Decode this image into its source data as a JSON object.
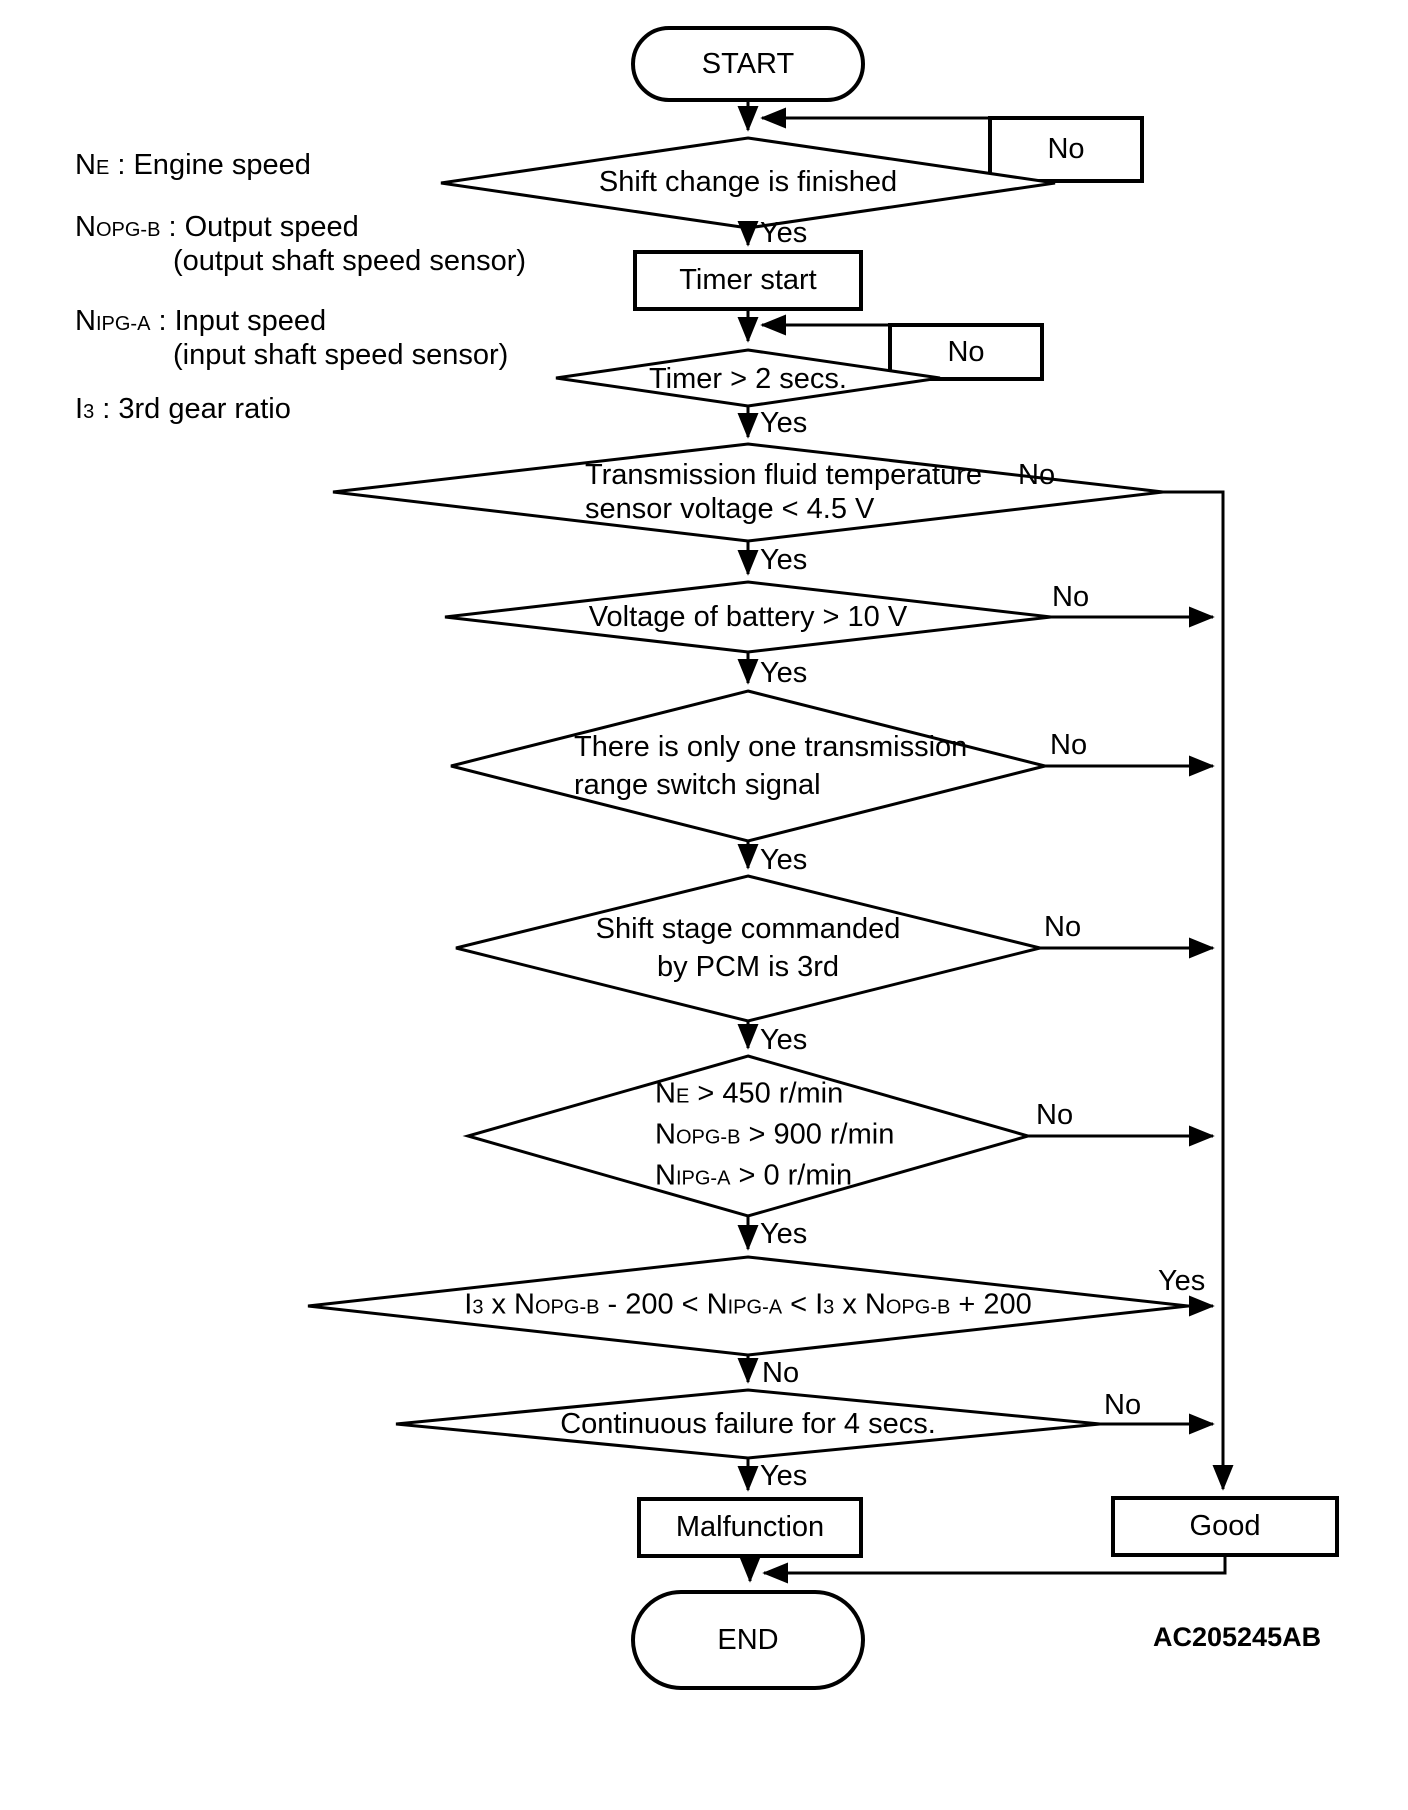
{
  "diagram": {
    "labels": {
      "yes": "Yes",
      "no": "No"
    },
    "code": "AC205245AB",
    "legend": {
      "items": [
        {
          "line": [
            {
              "t": "N"
            },
            {
              "t": "E",
              "sub": true
            },
            {
              "t": " : Engine speed"
            }
          ],
          "note": ""
        },
        {
          "line": [
            {
              "t": "N"
            },
            {
              "t": "OPG-B",
              "sub": true
            },
            {
              "t": " : Output speed"
            }
          ],
          "note": "(output shaft speed sensor)"
        },
        {
          "line": [
            {
              "t": "N"
            },
            {
              "t": "IPG-A",
              "sub": true
            },
            {
              "t": " : Input speed"
            }
          ],
          "note": "(input shaft speed sensor)"
        },
        {
          "line": [
            {
              "t": "I"
            },
            {
              "t": "3",
              "sub": true
            },
            {
              "t": " : 3rd gear ratio"
            }
          ],
          "note": ""
        }
      ]
    },
    "nodes": {
      "start": "START",
      "shift_change": "Shift change is finished",
      "timer_start": "Timer start",
      "timer_check": "Timer > 2 secs.",
      "fluid_temp": [
        "Transmission fluid temperature",
        "sensor voltage < 4.5 V"
      ],
      "battery": "Voltage of battery > 10 V",
      "range_switch": [
        "There is only one transmission",
        "range switch signal"
      ],
      "pcm": [
        "Shift stage commanded",
        "by PCM is 3rd"
      ],
      "speeds": [
        [
          {
            "t": "N"
          },
          {
            "t": "E",
            "sub": true
          },
          {
            "t": " > 450 r/min"
          }
        ],
        [
          {
            "t": "N"
          },
          {
            "t": "OPG-B",
            "sub": true
          },
          {
            "t": " > 900 r/min"
          }
        ],
        [
          {
            "t": "N"
          },
          {
            "t": "IPG-A",
            "sub": true
          },
          {
            "t": " > 0 r/min"
          }
        ]
      ],
      "formula": [
        {
          "t": "I"
        },
        {
          "t": "3",
          "sub": true
        },
        {
          "t": " x N"
        },
        {
          "t": "OPG-B",
          "sub": true
        },
        {
          "t": " - 200 < N"
        },
        {
          "t": "IPG-A",
          "sub": true
        },
        {
          "t": " < I"
        },
        {
          "t": "3",
          "sub": true
        },
        {
          "t": " x N"
        },
        {
          "t": "OPG-B",
          "sub": true
        },
        {
          "t": " + 200"
        }
      ],
      "cont_fail": "Continuous failure for 4 secs.",
      "malfunction": "Malfunction",
      "good": "Good",
      "end": "END"
    }
  }
}
